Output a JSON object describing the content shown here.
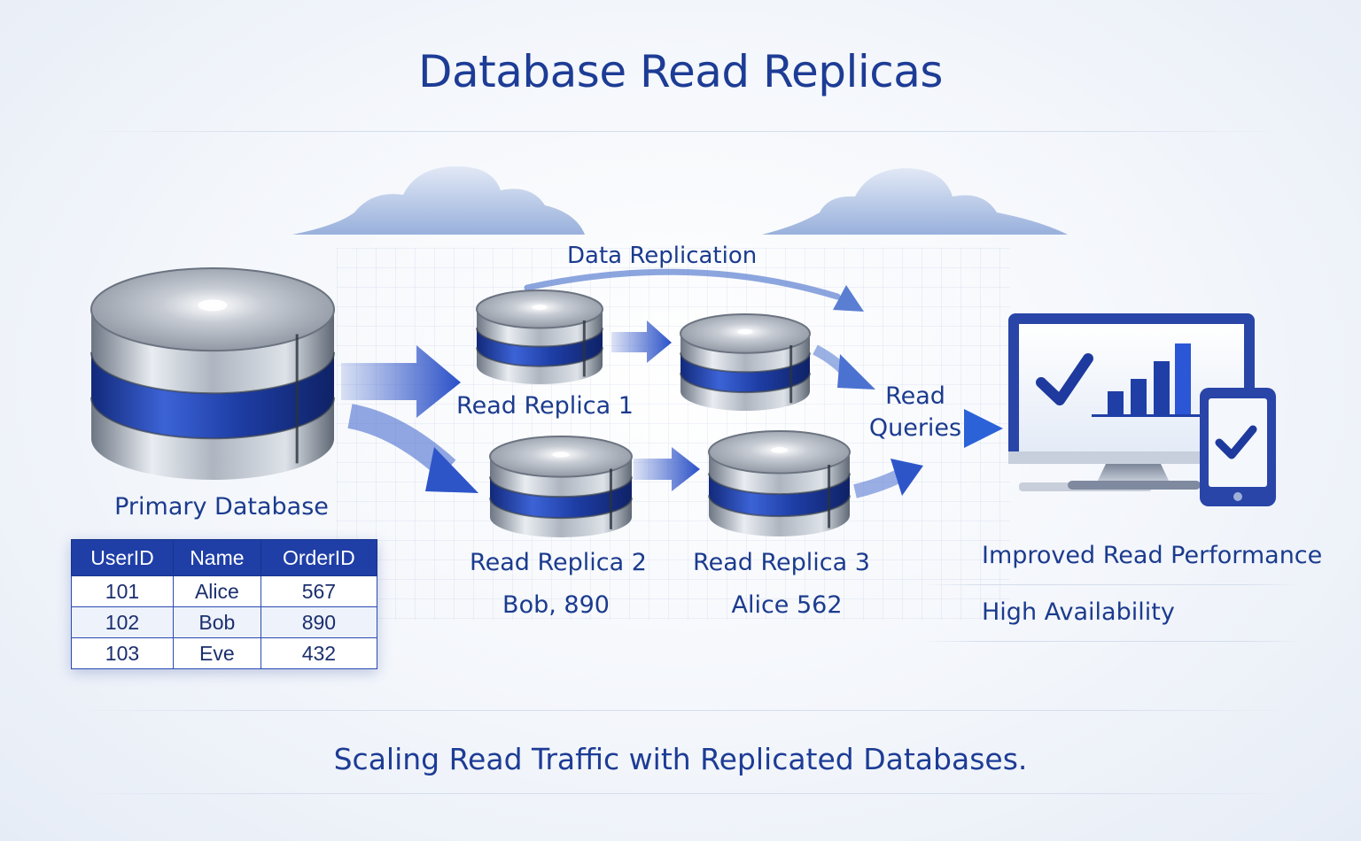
{
  "title": "Database Read Replicas",
  "subtitle": "Scaling Read Traffic with Replicated Databases.",
  "labels": {
    "data_replication": "Data Replication",
    "read_queries_line1": "Read",
    "read_queries_line2": "Queries"
  },
  "primary": {
    "label": "Primary Database",
    "table": {
      "headers": [
        "UserID",
        "Name",
        "OrderID"
      ],
      "rows": [
        [
          "101",
          "Alice",
          "567"
        ],
        [
          "102",
          "Bob",
          "890"
        ],
        [
          "103",
          "Eve",
          "432"
        ]
      ]
    }
  },
  "replicas": [
    {
      "label": "Read Replica 1",
      "sub": ""
    },
    {
      "label": "Read Replica 2",
      "sub": "Bob, 890"
    },
    {
      "label": "Read Replica 3",
      "sub": "Alice 562"
    }
  ],
  "benefits": [
    "Improved Read Performance",
    "High Availability"
  ],
  "colors": {
    "accent": "#1f3fa7",
    "title": "#1d3c95",
    "band": "#1e3ea6",
    "metal": "#c9ced6"
  },
  "icons": {
    "monitor": "monitor-chart-icon",
    "tablet": "tablet-check-icon",
    "cloud": "cloud-icon"
  }
}
